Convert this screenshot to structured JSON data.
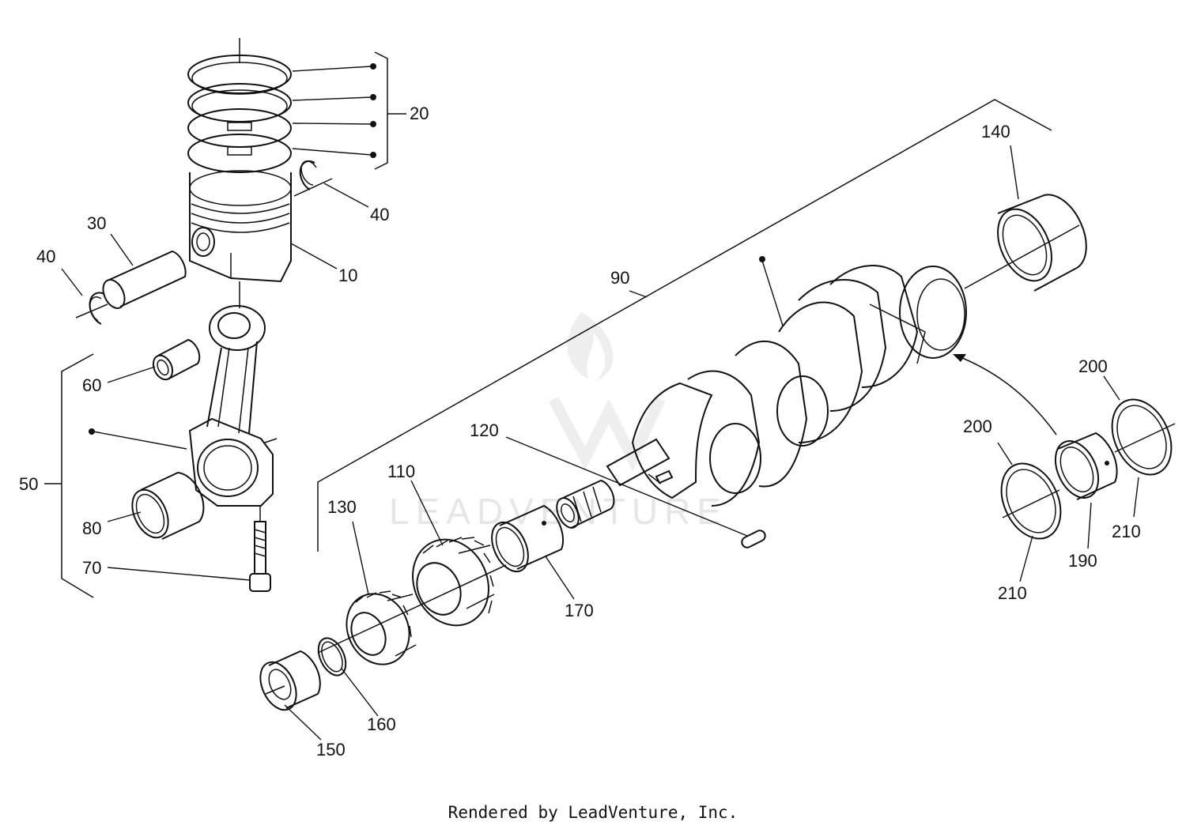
{
  "diagram": {
    "watermark": "LEADVENTURE",
    "labels": {
      "p10": "10",
      "p20": "20",
      "p30": "30",
      "p40a": "40",
      "p40b": "40",
      "p50": "50",
      "p60": "60",
      "p70": "70",
      "p80": "80",
      "p90": "90",
      "p110": "110",
      "p120": "120",
      "p130": "130",
      "p140": "140",
      "p150": "150",
      "p160": "160",
      "p170": "170",
      "p190": "190",
      "p200a": "200",
      "p200b": "200",
      "p210a": "210",
      "p210b": "210"
    }
  },
  "footer": {
    "text": "Rendered by LeadVenture, Inc."
  }
}
